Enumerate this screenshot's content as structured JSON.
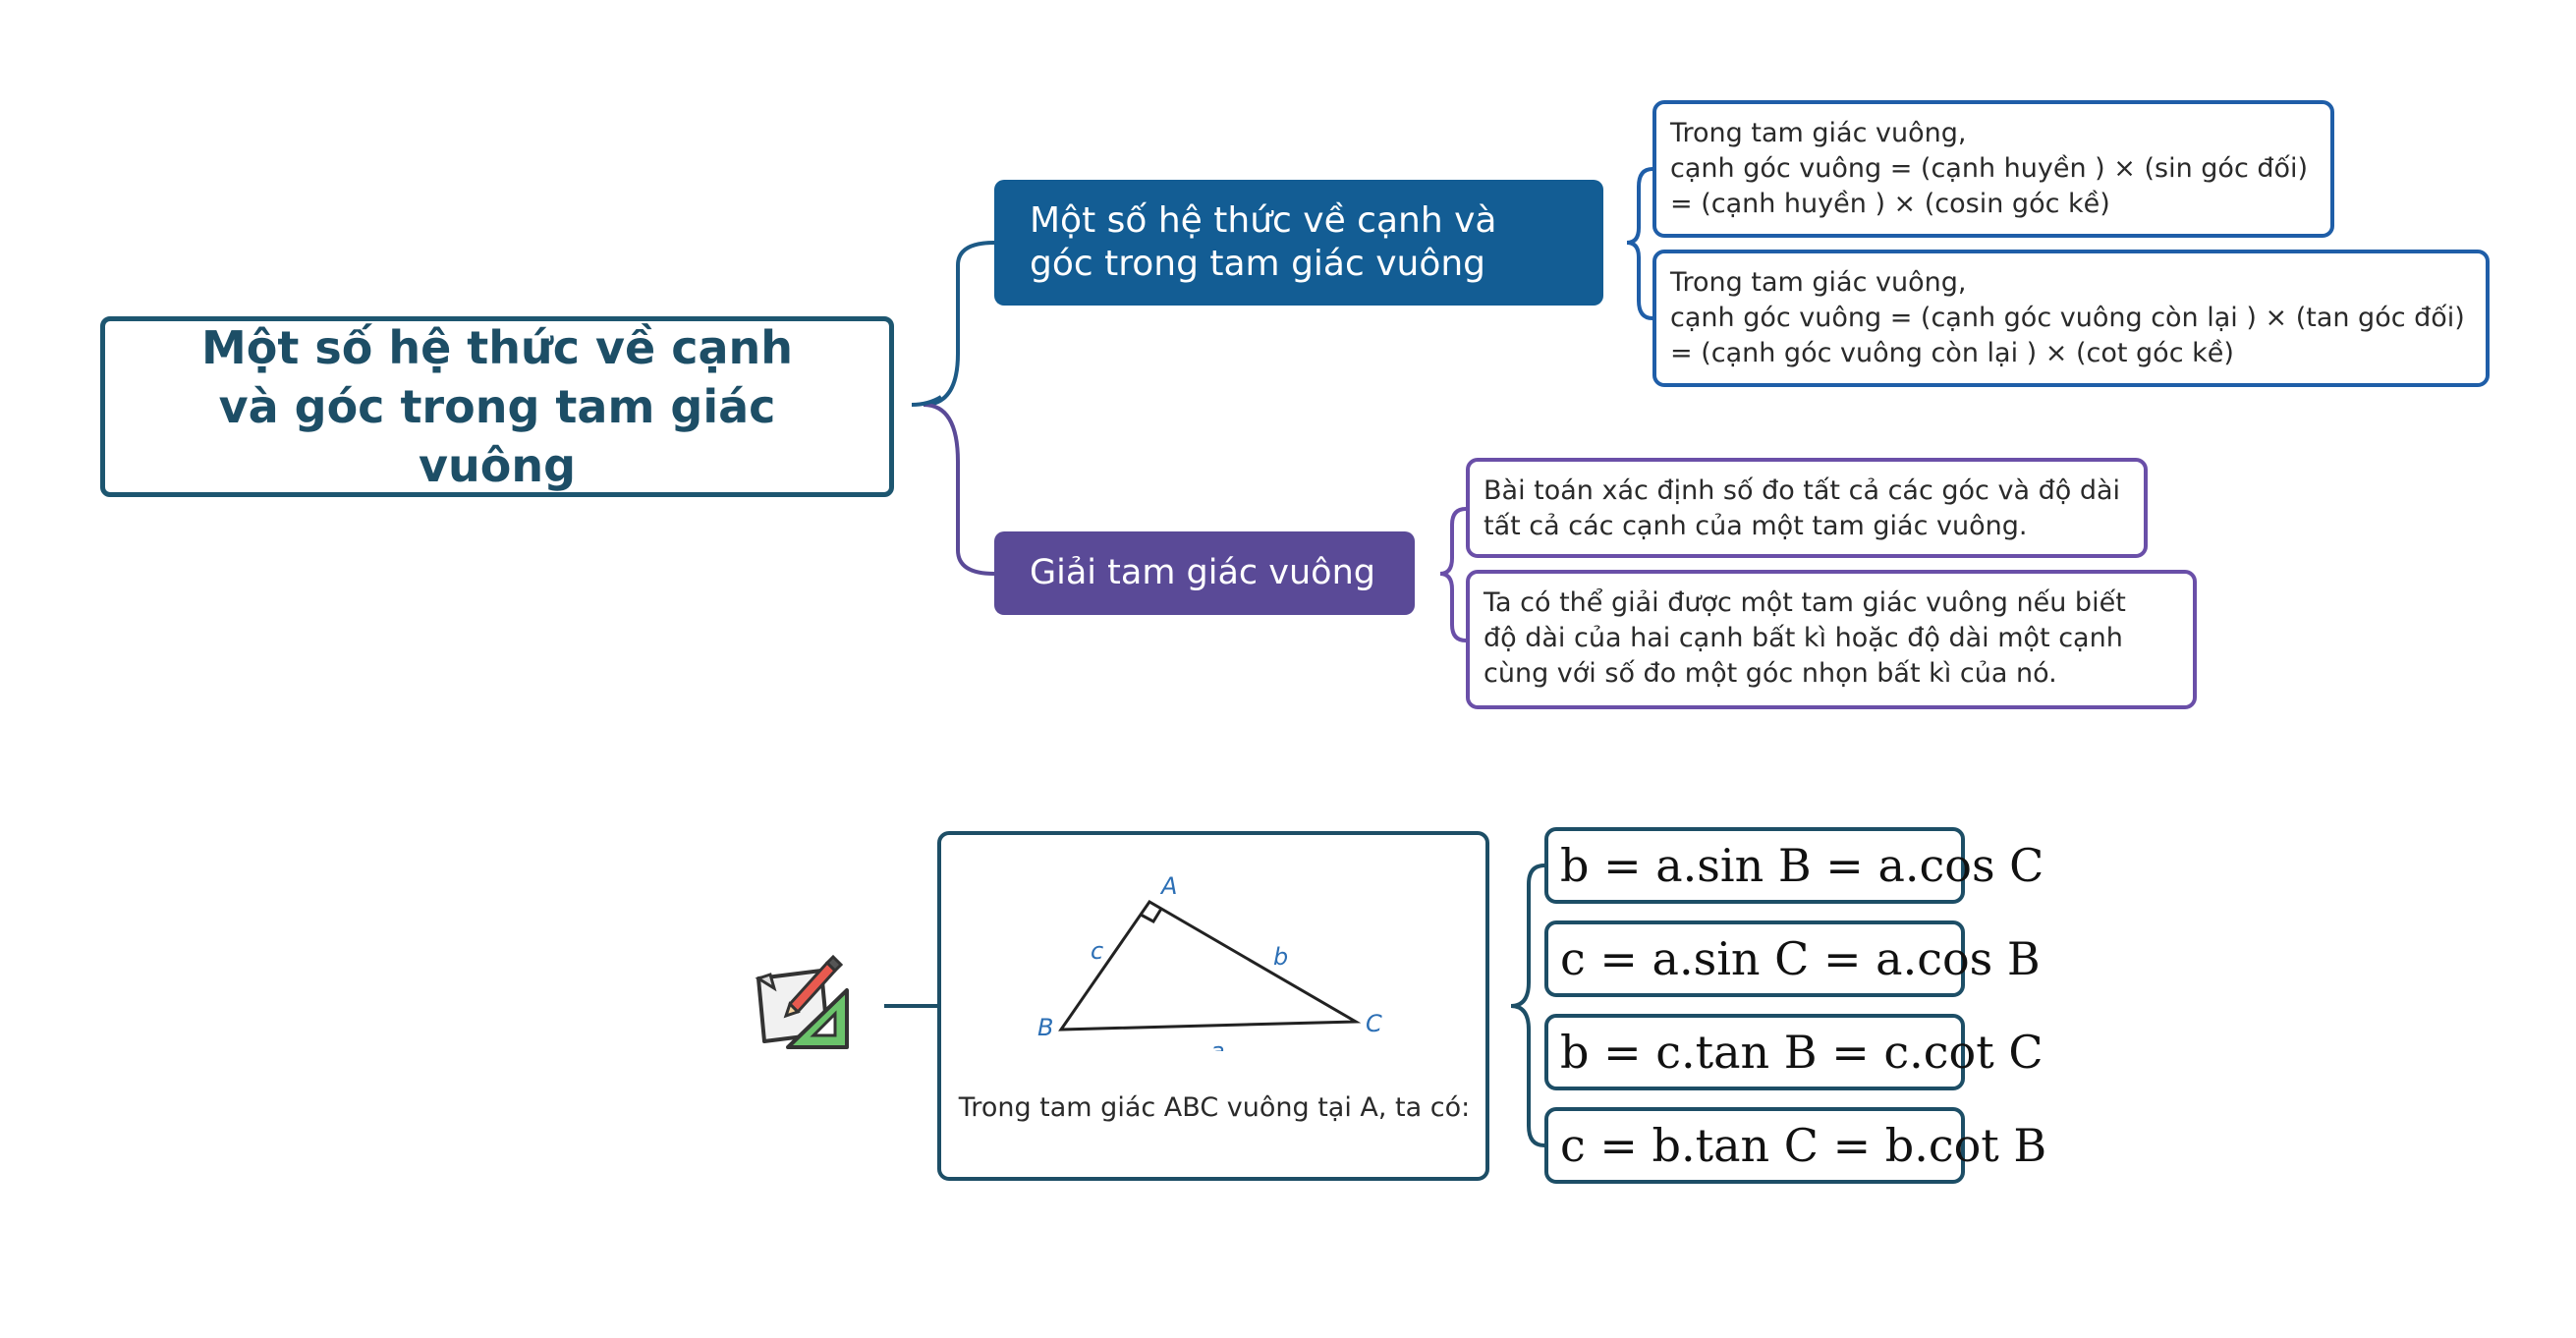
{
  "root": {
    "title": "Một số hệ thức về cạnh và góc trong tam giác vuông"
  },
  "branches": [
    {
      "label": "Một số hệ thức về cạnh và góc trong tam giác vuông",
      "leaves": [
        {
          "lines": [
            "Trong tam giác vuông,",
            "cạnh góc vuông = (cạnh huyền ) × (sin góc đối)",
            "= (cạnh huyền ) × (cosin góc kề)"
          ]
        },
        {
          "lines": [
            "Trong tam giác vuông,",
            "cạnh góc vuông = (cạnh góc vuông còn lại ) × (tan góc đối)",
            "= (cạnh góc vuông còn lại ) × (cot góc kề)"
          ]
        }
      ]
    },
    {
      "label": "Giải tam giác vuông",
      "leaves": [
        {
          "lines": [
            "Bài toán xác định số đo tất cả các góc và độ dài",
            "tất cả các cạnh của một tam giác vuông."
          ]
        },
        {
          "lines": [
            "Ta có thể giải được một tam giác vuông nếu biết",
            "độ dài của hai cạnh bất kì hoặc độ dài một cạnh",
            "cùng với số đo một góc nhọn bất kì của nó."
          ]
        }
      ]
    }
  ],
  "triangle": {
    "caption": "Trong tam giác ABC vuông tại A, ta có:",
    "vertices": {
      "a": "A",
      "b": "B",
      "c": "C"
    },
    "sides": {
      "a": "a",
      "b": "b",
      "c": "c"
    }
  },
  "formulas": [
    "b = a.sin B = a.cos C",
    "c = a.sin C = a.cos B",
    "b = c.tan B = c.cot C",
    "c = b.tan C = b.cot B"
  ],
  "icons": {
    "root_icon": "geometry-tools-icon"
  },
  "colors": {
    "root_border": "#1d5670",
    "branch1": "#135d94",
    "branch2": "#5a4a97",
    "leaf_blue": "#1f5ea8",
    "leaf_purple": "#6a4fa8"
  }
}
